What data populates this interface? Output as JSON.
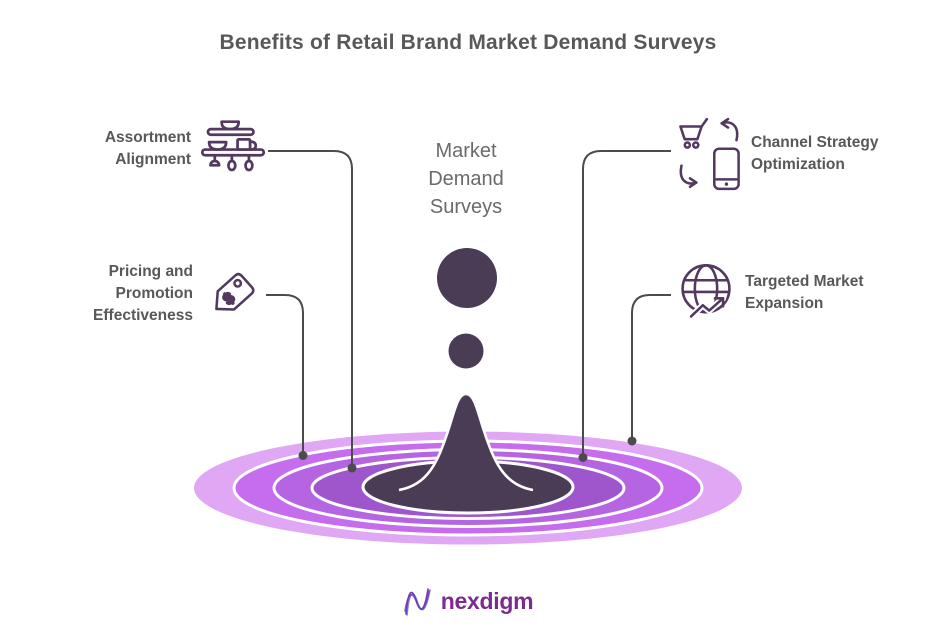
{
  "title": "Benefits of Retail Brand Market Demand Surveys",
  "center": {
    "label": "Market\nDemand\nSurveys"
  },
  "benefits": {
    "assortment": {
      "label": "Assortment\nAlignment",
      "icon": "kitchen-shelves-icon"
    },
    "pricing": {
      "label": "Pricing and\nPromotion\nEffectiveness",
      "icon": "price-tag-icon"
    },
    "channel": {
      "label": "Channel Strategy\nOptimization",
      "icon": "cart-phone-swap-icon"
    },
    "targeted": {
      "label": "Targeted Market\nExpansion",
      "icon": "globe-growth-icon"
    }
  },
  "logo": {
    "text": "nexdigm",
    "icon": "nexdigm-wave-mark-icon"
  },
  "colors": {
    "text_gray": "#58585a",
    "center_text_gray": "#6a6a6a",
    "icon_stroke": "#533960",
    "connector": "#4b4b4b",
    "accent_dark": "#4a3c55",
    "ripple_outer": "#e0a7f4",
    "ripple_band2": "#c56dec",
    "ripple_band3": "#b564e2",
    "ripple_band4": "#9f56cd",
    "logo_purple": "#7d2b8f",
    "logo_mark_blue": "#4449c4",
    "logo_mark_purple": "#9031a8"
  }
}
